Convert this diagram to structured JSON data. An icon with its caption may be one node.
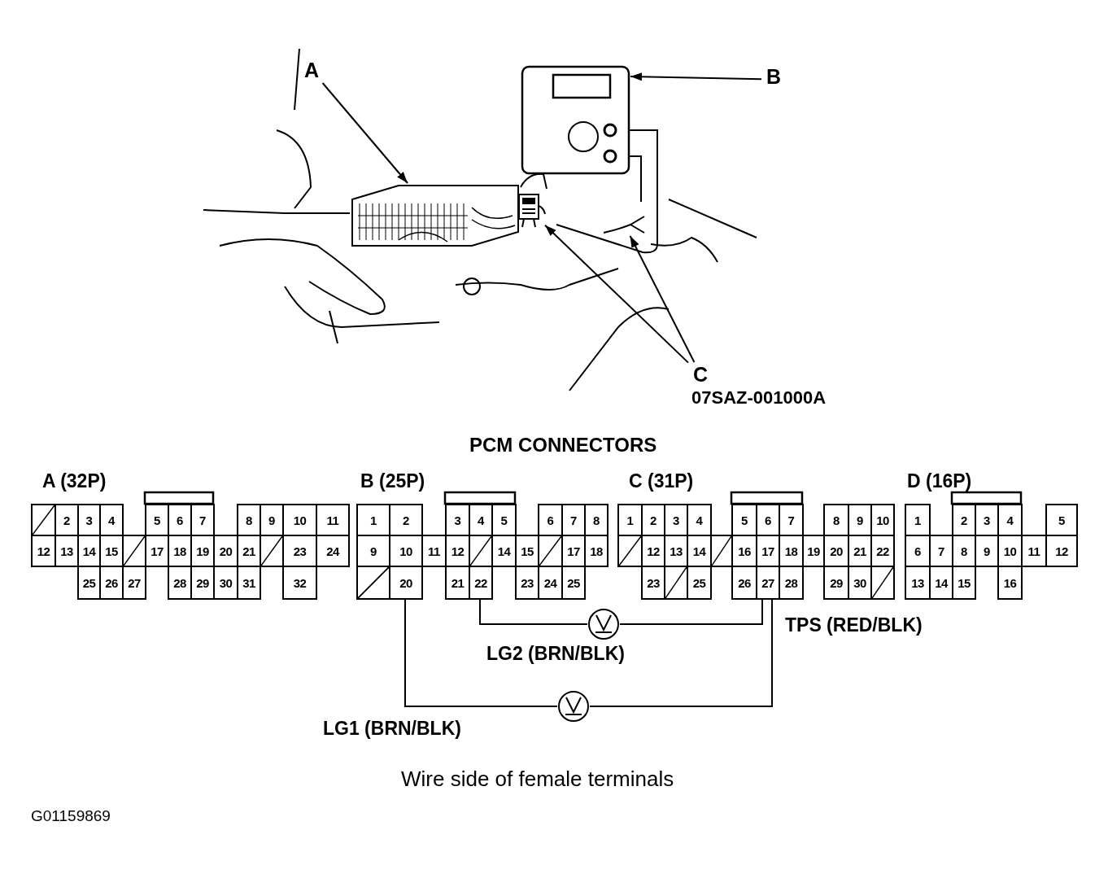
{
  "diagram": {
    "title": "PCM CONNECTORS",
    "caption": "Wire side of female terminals",
    "nodes": [
      {
        "text": [
          "A"
        ]
      },
      {
        "text": [
          "B"
        ]
      },
      {
        "text": [],
        "shape": "picture"
      },
      {
        "text": [],
        "shape": "picture"
      },
      {
        "text": [
          "C"
        ]
      },
      {
        "text": [],
        "shape": "picture"
      },
      {
        "text": [],
        "shape": "picture"
      },
      {
        "text": [
          "A (32P)"
        ]
      },
      {
        "text": [],
        "shape": "box",
        "in": 7
      },
      {
        "text": [
          "2"
        ],
        "in": 7
      },
      {
        "text": [
          "3"
        ],
        "in": 7
      },
      {
        "text": [
          "4"
        ],
        "in": 7
      },
      {
        "text": [
          "5"
        ],
        "in": 7
      },
      {
        "text": [
          "6"
        ],
        "in": 7
      },
      {
        "text": [
          "7"
        ],
        "in": 7
      },
      {
        "text": [
          "8"
        ],
        "in": 7
      },
      {
        "text": [
          "9"
        ],
        "in": 7
      },
      {
        "text": [
          "10"
        ],
        "in": 7
      },
      {
        "text": [
          "11"
        ],
        "in": 7
      },
      {
        "text": [
          "12"
        ],
        "in": 7
      },
      {
        "text": [
          "13"
        ],
        "in": 7
      },
      {
        "text": [
          "14"
        ],
        "in": 7
      },
      {
        "text": [
          "15"
        ],
        "in": 7
      },
      {
        "text": [],
        "shape": "box",
        "in": 7
      },
      {
        "text": [
          "17"
        ],
        "in": 7
      },
      {
        "text": [
          "18"
        ],
        "in": 7
      },
      {
        "text": [
          "19"
        ],
        "in": 7
      },
      {
        "text": [
          "20"
        ],
        "in": 7
      },
      {
        "text": [
          "21"
        ],
        "in": 7
      },
      {
        "text": [],
        "shape": "box",
        "in": 7
      },
      {
        "text": [
          "23"
        ],
        "in": 7
      },
      {
        "text": [
          "24"
        ],
        "in": 7
      },
      {
        "text": [
          "25"
        ],
        "in": 7
      },
      {
        "text": [
          "26"
        ],
        "in": 7
      },
      {
        "text": [
          "27"
        ],
        "in": 7
      },
      {
        "text": [
          "28"
        ],
        "in": 7
      },
      {
        "text": [
          "29"
        ],
        "in": 7
      },
      {
        "text": [
          "30"
        ],
        "in": 7
      },
      {
        "text": [
          "31"
        ],
        "in": 7
      },
      {
        "text": [
          "32"
        ],
        "in": 7
      },
      {
        "text": [
          "B (25P)"
        ]
      },
      {
        "text": [
          "1"
        ],
        "in": 40
      },
      {
        "text": [
          "2"
        ],
        "in": 40
      },
      {
        "text": [
          "3"
        ],
        "in": 40
      },
      {
        "text": [
          "4"
        ],
        "in": 40
      },
      {
        "text": [
          "5"
        ],
        "in": 40
      },
      {
        "text": [
          "6"
        ],
        "in": 40
      },
      {
        "text": [
          "7"
        ],
        "in": 40
      },
      {
        "text": [
          "8"
        ],
        "in": 40
      },
      {
        "text": [
          "9"
        ],
        "in": 40
      },
      {
        "text": [
          "10"
        ],
        "in": 40
      },
      {
        "text": [
          "11"
        ],
        "in": 40
      },
      {
        "text": [
          "12"
        ],
        "in": 40
      },
      {
        "text": [],
        "shape": "box",
        "in": 40
      },
      {
        "text": [
          "14"
        ],
        "in": 40
      },
      {
        "text": [
          "15"
        ],
        "in": 40
      },
      {
        "text": [],
        "shape": "box",
        "in": 40
      },
      {
        "text": [
          "17"
        ],
        "in": 40
      },
      {
        "text": [
          "18"
        ],
        "in": 40
      },
      {
        "text": [],
        "shape": "box",
        "in": 40
      },
      {
        "text": [
          "20"
        ],
        "in": 40
      },
      {
        "text": [
          "21"
        ],
        "in": 40
      },
      {
        "text": [
          "22"
        ],
        "in": 40
      },
      {
        "text": [
          "23"
        ],
        "in": 40
      },
      {
        "text": [
          "24"
        ],
        "in": 40
      },
      {
        "text": [
          "25"
        ],
        "in": 40
      },
      {
        "text": [
          "C (31P)"
        ]
      },
      {
        "text": [
          "1"
        ],
        "in": 66
      },
      {
        "text": [
          "2"
        ],
        "in": 66
      },
      {
        "text": [
          "3"
        ],
        "in": 66
      },
      {
        "text": [
          "4"
        ],
        "in": 66
      },
      {
        "text": [
          "5"
        ],
        "in": 66
      },
      {
        "text": [
          "6"
        ],
        "in": 66
      },
      {
        "text": [
          "7"
        ],
        "in": 66
      },
      {
        "text": [
          "8"
        ],
        "in": 66
      },
      {
        "text": [
          "9"
        ],
        "in": 66
      },
      {
        "text": [
          "10"
        ],
        "in": 66
      },
      {
        "text": [],
        "shape": "box",
        "in": 66
      },
      {
        "text": [
          "12"
        ],
        "in": 66
      },
      {
        "text": [
          "13"
        ],
        "in": 66
      },
      {
        "text": [
          "14"
        ],
        "in": 66
      },
      {
        "text": [],
        "shape": "box",
        "in": 66
      },
      {
        "text": [
          "16"
        ],
        "in": 66
      },
      {
        "text": [
          "17"
        ],
        "in": 66
      },
      {
        "text": [
          "18"
        ],
        "in": 66
      },
      {
        "text": [
          "19"
        ],
        "in": 66
      },
      {
        "text": [
          "20"
        ],
        "in": 66
      },
      {
        "text": [
          "21"
        ],
        "in": 66
      },
      {
        "text": [
          "22"
        ],
        "in": 66
      },
      {
        "text": [
          "23"
        ],
        "in": 66
      },
      {
        "text": [],
        "shape": "box",
        "in": 66
      },
      {
        "text": [
          "25"
        ],
        "in": 66
      },
      {
        "text": [
          "26"
        ],
        "in": 66
      },
      {
        "text": [
          "27"
        ],
        "in": 66
      },
      {
        "text": [
          "28"
        ],
        "in": 66
      },
      {
        "text": [
          "29"
        ],
        "in": 66
      },
      {
        "text": [
          "30"
        ],
        "in": 66
      },
      {
        "text": [],
        "shape": "box",
        "in": 66
      },
      {
        "text": [
          "D (16P)"
        ]
      },
      {
        "text": [
          "1"
        ],
        "in": 98
      },
      {
        "text": [
          "2"
        ],
        "in": 98
      },
      {
        "text": [
          "3"
        ],
        "in": 98
      },
      {
        "text": [
          "4"
        ],
        "in": 98
      },
      {
        "text": [
          "5"
        ],
        "in": 98
      },
      {
        "text": [
          "6"
        ],
        "in": 98
      },
      {
        "text": [
          "7"
        ],
        "in": 98
      },
      {
        "text": [
          "8"
        ],
        "in": 98
      },
      {
        "text": [
          "9"
        ],
        "in": 98
      },
      {
        "text": [
          "10"
        ],
        "in": 98
      },
      {
        "text": [
          "11"
        ],
        "in": 98
      },
      {
        "text": [
          "12"
        ],
        "in": 98
      },
      {
        "text": [
          "13"
        ],
        "in": 98
      },
      {
        "text": [
          "14"
        ],
        "in": 98
      },
      {
        "text": [
          "15"
        ],
        "in": 98
      },
      {
        "text": [
          "16"
        ],
        "in": 98
      },
      {
        "text": [],
        "shape": "circle"
      },
      {
        "text": [],
        "shape": "circle"
      }
    ],
    "edges": [
      {
        "from": 0,
        "to": 3,
        "arrow": "to"
      },
      {
        "from": 1,
        "to": 2,
        "arrow": "to"
      },
      {
        "from": 4,
        "to": 5,
        "arrow": "to"
      },
      {
        "from": 4,
        "to": 6,
        "arrow": "to"
      },
      {
        "from": 62,
        "to": 115,
        "arrow": "none",
        "label": "LG2 (BRN/BLK)"
      },
      {
        "from": 115,
        "to": 93,
        "arrow": "none"
      },
      {
        "from": 60,
        "to": 116,
        "arrow": "none",
        "label": "LG1 (BRN/BLK)"
      },
      {
        "from": 116,
        "to": 93,
        "arrow": "none",
        "label": "TPS (RED/BLK)"
      }
    ],
    "labels": [
      "07SAZ-001000A",
      "G01159869"
    ]
  }
}
